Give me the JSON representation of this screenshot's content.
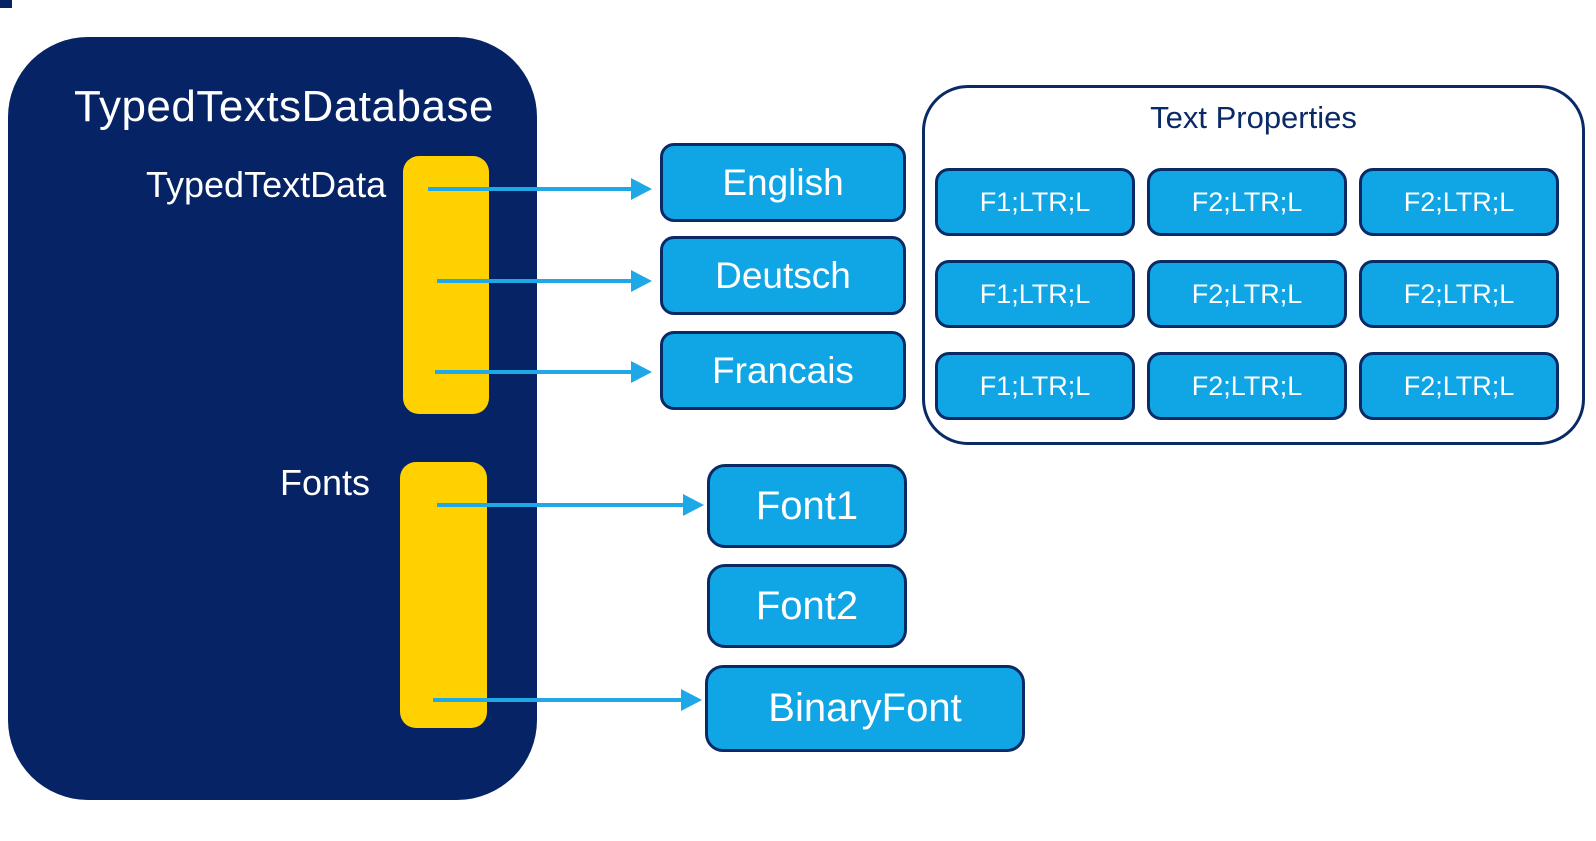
{
  "diagram": {
    "database": {
      "title": "TypedTextsDatabase",
      "sections": [
        {
          "label": "TypedTextData"
        },
        {
          "label": "Fonts"
        }
      ]
    },
    "languages": [
      {
        "label": "English"
      },
      {
        "label": "Deutsch"
      },
      {
        "label": "Francais"
      }
    ],
    "text_properties": {
      "title": "Text Properties",
      "grid": [
        [
          "F1;LTR;L",
          "F2;LTR;L",
          "F2;LTR;L"
        ],
        [
          "F1;LTR;L",
          "F2;LTR;L",
          "F2;LTR;L"
        ],
        [
          "F1;LTR;L",
          "F2;LTR;L",
          "F2;LTR;L"
        ]
      ]
    },
    "fonts": [
      {
        "label": "Font1"
      },
      {
        "label": "Font2"
      },
      {
        "label": "BinaryFont"
      }
    ],
    "colors": {
      "navy": "#062365",
      "border_navy": "#0a2a66",
      "cyan_fill": "#10a6e6",
      "arrow_cyan": "#1ea9e6",
      "yellow": "#ffd100",
      "text_white": "#ffffff"
    }
  }
}
